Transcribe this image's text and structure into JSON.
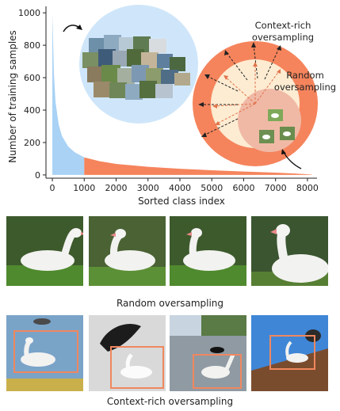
{
  "chart_data": {
    "type": "area",
    "xlabel": "Sorted class index",
    "ylabel": "Number of training samples",
    "xlim": [
      -200,
      8300
    ],
    "ylim": [
      -20,
      1040
    ],
    "xticks": [
      0,
      1000,
      2000,
      3000,
      4000,
      5000,
      6000,
      7000,
      8000
    ],
    "yticks": [
      0,
      200,
      400,
      600,
      800,
      1000
    ],
    "grid": false,
    "series": [
      {
        "x": [
          0,
          50,
          100,
          200,
          300,
          500,
          700,
          1000
        ],
        "y": [
          1000,
          620,
          450,
          310,
          240,
          175,
          140,
          108
        ],
        "color": "#a9d2f5"
      },
      {
        "x": [
          1000,
          1500,
          2000,
          3000,
          4000,
          5000,
          6000,
          7000,
          7600,
          8000,
          8142
        ],
        "y": [
          108,
          84,
          68,
          50,
          38,
          29,
          21,
          14,
          9,
          4,
          2
        ],
        "color": "#f5845c"
      }
    ],
    "annotations": [
      {
        "text": "Context-rich",
        "line2": "oversampling"
      },
      {
        "text": "Random",
        "line2": "oversampling"
      }
    ]
  },
  "captions": {
    "random": "Random oversampling",
    "context": "Context-rich oversampling"
  },
  "colors": {
    "head": "#a9d2f5",
    "tail": "#f5845c",
    "outer_ring": "#f5845c",
    "middle_ring": "#fdecd2",
    "inner_disc": "#f0b9a6",
    "box": "#f0875e"
  }
}
